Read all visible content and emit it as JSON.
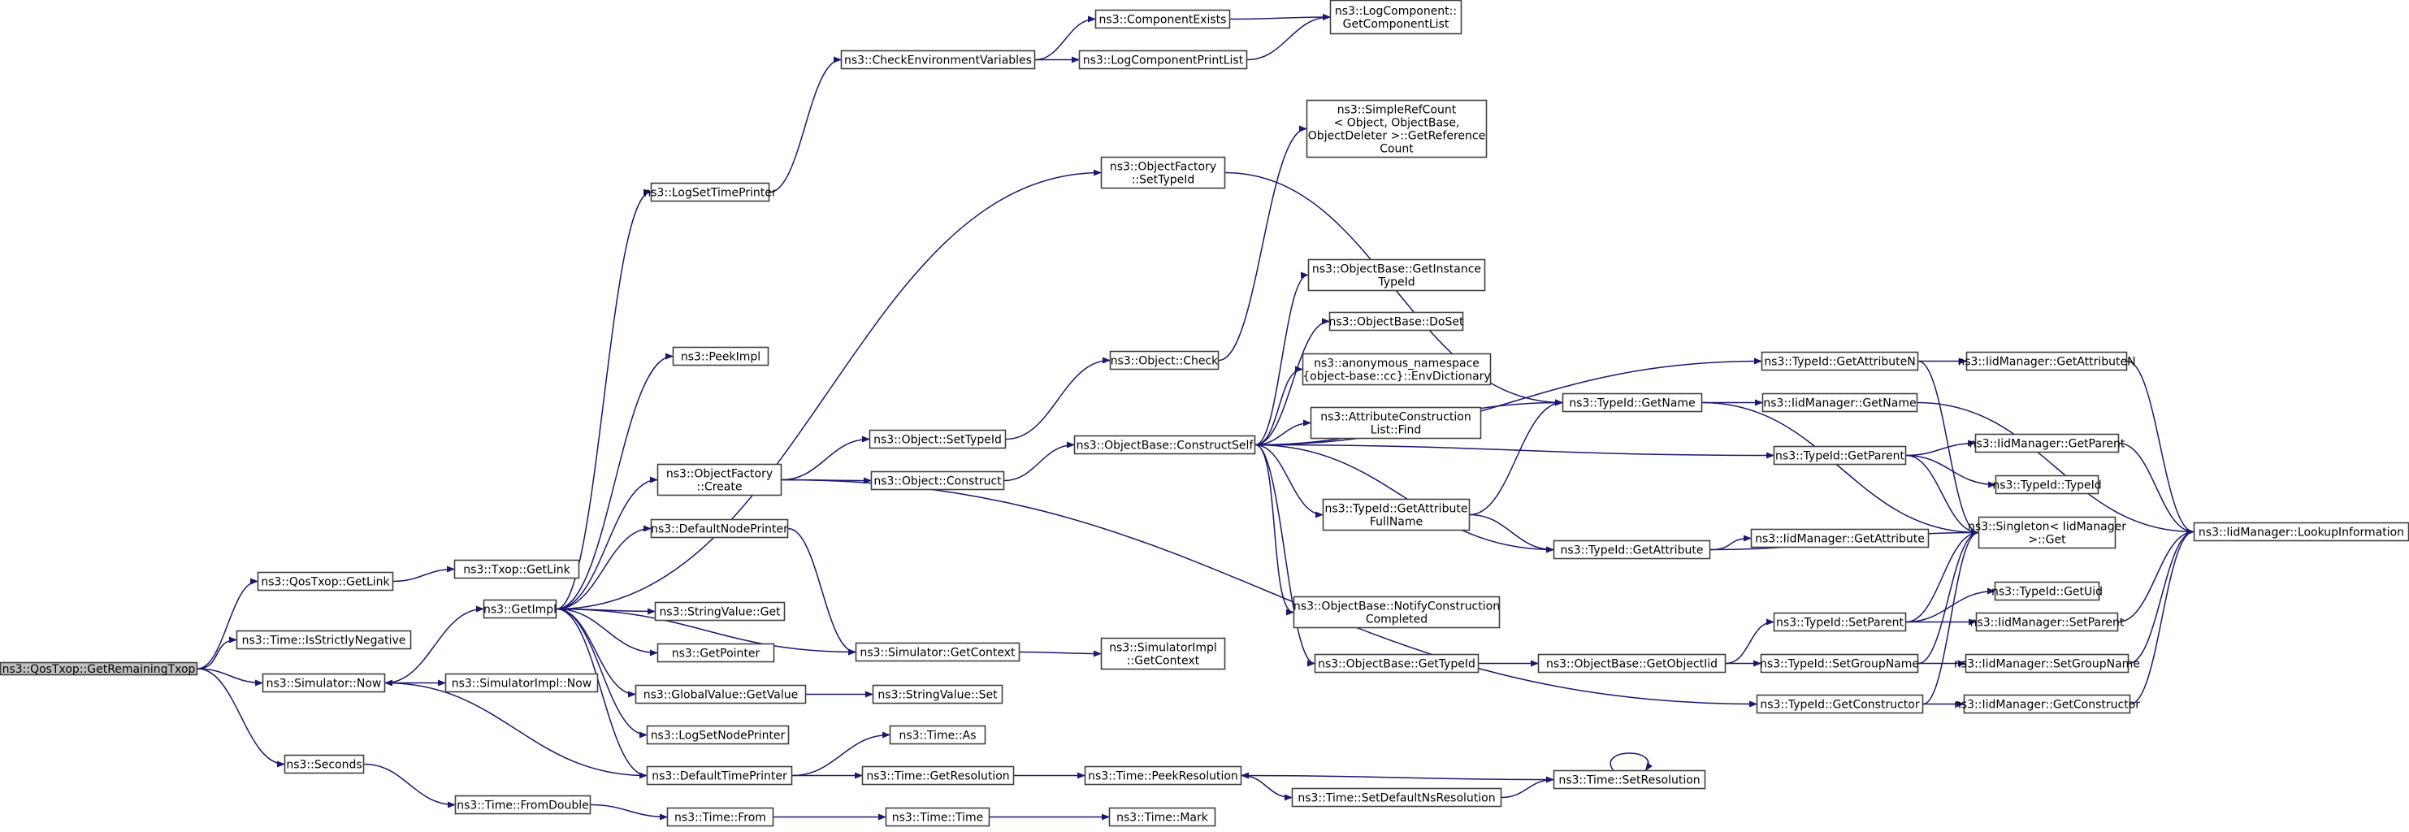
{
  "graph": {
    "title": "",
    "edge_color": "#191970",
    "root_fill": "#bfbfbf",
    "nodes": [
      {
        "id": "root",
        "lines": [
          "ns3::QosTxop::GetRemainingTxop"
        ],
        "root": true
      },
      {
        "id": "qos_getlink",
        "lines": [
          "ns3::QosTxop::GetLink"
        ]
      },
      {
        "id": "time_isstrictneg",
        "lines": [
          "ns3::Time::IsStrictlyNegative"
        ]
      },
      {
        "id": "sim_now",
        "lines": [
          "ns3::Simulator::Now"
        ]
      },
      {
        "id": "seconds",
        "lines": [
          "ns3::Seconds"
        ]
      },
      {
        "id": "txop_getlink",
        "lines": [
          "ns3::Txop::GetLink"
        ]
      },
      {
        "id": "getimpl",
        "lines": [
          "ns3::GetImpl"
        ]
      },
      {
        "id": "simimpl_now",
        "lines": [
          "ns3::SimulatorImpl::Now"
        ]
      },
      {
        "id": "time_fromdouble",
        "lines": [
          "ns3::Time::FromDouble"
        ]
      },
      {
        "id": "logsettimeprinter",
        "lines": [
          "ns3::LogSetTimePrinter"
        ]
      },
      {
        "id": "peekimpl",
        "lines": [
          "ns3::PeekImpl"
        ]
      },
      {
        "id": "of_create",
        "lines": [
          "ns3::ObjectFactory",
          "::Create"
        ]
      },
      {
        "id": "defaultnodeprinter",
        "lines": [
          "ns3::DefaultNodePrinter"
        ]
      },
      {
        "id": "stringvalue_get",
        "lines": [
          "ns3::StringValue::Get"
        ]
      },
      {
        "id": "getpointer",
        "lines": [
          "ns3::GetPointer"
        ]
      },
      {
        "id": "globalvalue_getvalue",
        "lines": [
          "ns3::GlobalValue::GetValue"
        ]
      },
      {
        "id": "logsetnodeprinter",
        "lines": [
          "ns3::LogSetNodePrinter"
        ]
      },
      {
        "id": "defaulttimeprinter",
        "lines": [
          "ns3::DefaultTimePrinter"
        ]
      },
      {
        "id": "time_from",
        "lines": [
          "ns3::Time::From"
        ]
      },
      {
        "id": "checkenvvars",
        "lines": [
          "ns3::CheckEnvironmentVariables"
        ]
      },
      {
        "id": "componentexists",
        "lines": [
          "ns3::ComponentExists"
        ]
      },
      {
        "id": "logcomponentprintlist",
        "lines": [
          "ns3::LogComponentPrintList"
        ]
      },
      {
        "id": "logcomp_getlist",
        "lines": [
          "ns3::LogComponent::",
          "GetComponentList"
        ]
      },
      {
        "id": "object_settypeid",
        "lines": [
          "ns3::Object::SetTypeId"
        ]
      },
      {
        "id": "object_construct",
        "lines": [
          "ns3::Object::Construct"
        ]
      },
      {
        "id": "sim_getcontext",
        "lines": [
          "ns3::Simulator::GetContext"
        ]
      },
      {
        "id": "stringvalue_set",
        "lines": [
          "ns3::StringValue::Set"
        ]
      },
      {
        "id": "time_as",
        "lines": [
          "ns3::Time::As"
        ]
      },
      {
        "id": "time_getresolution",
        "lines": [
          "ns3::Time::GetResolution"
        ]
      },
      {
        "id": "time_time",
        "lines": [
          "ns3::Time::Time"
        ]
      },
      {
        "id": "of_settypeid",
        "lines": [
          "ns3::ObjectFactory",
          "::SetTypeId"
        ]
      },
      {
        "id": "object_check",
        "lines": [
          "ns3::Object::Check"
        ]
      },
      {
        "id": "ob_constructself",
        "lines": [
          "ns3::ObjectBase::ConstructSelf"
        ]
      },
      {
        "id": "simimpl_getcontext",
        "lines": [
          "ns3::SimulatorImpl",
          "::GetContext"
        ]
      },
      {
        "id": "time_peekresolution",
        "lines": [
          "ns3::Time::PeekResolution"
        ]
      },
      {
        "id": "time_mark",
        "lines": [
          "ns3::Time::Mark"
        ]
      },
      {
        "id": "simplerefcount",
        "lines": [
          "ns3::SimpleRefCount",
          "< Object, ObjectBase,",
          "ObjectDeleter >::GetReference",
          "Count"
        ]
      },
      {
        "id": "ob_getinstancetypeid",
        "lines": [
          "ns3::ObjectBase::GetInstance",
          "TypeId"
        ]
      },
      {
        "id": "ob_doset",
        "lines": [
          "ns3::ObjectBase::DoSet"
        ]
      },
      {
        "id": "envdictionary",
        "lines": [
          "ns3::anonymous_namespace",
          "{object-base::cc}::EnvDictionary"
        ]
      },
      {
        "id": "attrconstructionlist_find",
        "lines": [
          "ns3::AttributeConstruction",
          "List::Find"
        ]
      },
      {
        "id": "typeid_getattributefullname",
        "lines": [
          "ns3::TypeId::GetAttribute",
          "FullName"
        ]
      },
      {
        "id": "ob_notifyconstructioncompleted",
        "lines": [
          "ns3::ObjectBase::NotifyConstruction",
          "Completed"
        ]
      },
      {
        "id": "ob_gettypeid",
        "lines": [
          "ns3::ObjectBase::GetTypeId"
        ]
      },
      {
        "id": "time_setdefaultnsresolution",
        "lines": [
          "ns3::Time::SetDefaultNsResolution"
        ]
      },
      {
        "id": "typeid_getname",
        "lines": [
          "ns3::TypeId::GetName"
        ]
      },
      {
        "id": "typeid_getattribute",
        "lines": [
          "ns3::TypeId::GetAttribute"
        ]
      },
      {
        "id": "ob_getobjectiid",
        "lines": [
          "ns3::ObjectBase::GetObjectIid"
        ]
      },
      {
        "id": "time_setresolution",
        "lines": [
          "ns3::Time::SetResolution"
        ]
      },
      {
        "id": "typeid_getattributen",
        "lines": [
          "ns3::TypeId::GetAttributeN"
        ]
      },
      {
        "id": "iidmanager_getname",
        "lines": [
          "ns3::IidManager::GetName"
        ]
      },
      {
        "id": "typeid_getparent",
        "lines": [
          "ns3::TypeId::GetParent"
        ]
      },
      {
        "id": "iidmanager_getattribute",
        "lines": [
          "ns3::IidManager::GetAttribute"
        ]
      },
      {
        "id": "typeid_setparent",
        "lines": [
          "ns3::TypeId::SetParent"
        ]
      },
      {
        "id": "typeid_setgroupname",
        "lines": [
          "ns3::TypeId::SetGroupName"
        ]
      },
      {
        "id": "typeid_getconstructor",
        "lines": [
          "ns3::TypeId::GetConstructor"
        ]
      },
      {
        "id": "iidmanager_getattributen",
        "lines": [
          "ns3::IidManager::GetAttributeN"
        ]
      },
      {
        "id": "iidmanager_getparent",
        "lines": [
          "ns3::IidManager::GetParent"
        ]
      },
      {
        "id": "typeid_typeid",
        "lines": [
          "ns3::TypeId::TypeId"
        ]
      },
      {
        "id": "singleton_get",
        "lines": [
          "ns3::Singleton< IidManager",
          ">::Get"
        ]
      },
      {
        "id": "typeid_getuid",
        "lines": [
          "ns3::TypeId::GetUid"
        ]
      },
      {
        "id": "iidmanager_setparent",
        "lines": [
          "ns3::IidManager::SetParent"
        ]
      },
      {
        "id": "iidmanager_setgroupname",
        "lines": [
          "ns3::IidManager::SetGroupName"
        ]
      },
      {
        "id": "iidmanager_getconstructor",
        "lines": [
          "ns3::IidManager::GetConstructor"
        ]
      },
      {
        "id": "iidmanager_lookupinformation",
        "lines": [
          "ns3::IidManager::LookupInformation"
        ]
      }
    ],
    "edges": [
      [
        "root",
        "qos_getlink"
      ],
      [
        "root",
        "time_isstrictneg"
      ],
      [
        "root",
        "sim_now"
      ],
      [
        "root",
        "seconds"
      ],
      [
        "qos_getlink",
        "txop_getlink"
      ],
      [
        "sim_now",
        "getimpl"
      ],
      [
        "sim_now",
        "simimpl_now"
      ],
      [
        "seconds",
        "time_fromdouble"
      ],
      [
        "getimpl",
        "logsettimeprinter"
      ],
      [
        "getimpl",
        "peekimpl"
      ],
      [
        "getimpl",
        "of_create"
      ],
      [
        "getimpl",
        "defaultnodeprinter"
      ],
      [
        "getimpl",
        "stringvalue_get"
      ],
      [
        "getimpl",
        "getpointer"
      ],
      [
        "getimpl",
        "globalvalue_getvalue"
      ],
      [
        "getimpl",
        "logsetnodeprinter"
      ],
      [
        "getimpl",
        "defaulttimeprinter"
      ],
      [
        "getimpl",
        "of_settypeid"
      ],
      [
        "getimpl",
        "sim_getcontext"
      ],
      [
        "time_fromdouble",
        "time_from"
      ],
      [
        "logsettimeprinter",
        "checkenvvars"
      ],
      [
        "checkenvvars",
        "componentexists"
      ],
      [
        "checkenvvars",
        "logcomponentprintlist"
      ],
      [
        "componentexists",
        "logcomp_getlist"
      ],
      [
        "logcomponentprintlist",
        "logcomp_getlist"
      ],
      [
        "of_create",
        "object_settypeid"
      ],
      [
        "of_create",
        "object_construct"
      ],
      [
        "of_create",
        "typeid_getconstructor"
      ],
      [
        "defaultnodeprinter",
        "sim_getcontext"
      ],
      [
        "globalvalue_getvalue",
        "stringvalue_set"
      ],
      [
        "defaulttimeprinter",
        "time_as"
      ],
      [
        "defaulttimeprinter",
        "time_getresolution"
      ],
      [
        "defaulttimeprinter",
        "sim_now"
      ],
      [
        "time_from",
        "time_time"
      ],
      [
        "time_time",
        "time_mark"
      ],
      [
        "object_settypeid",
        "object_check"
      ],
      [
        "object_construct",
        "ob_constructself"
      ],
      [
        "sim_getcontext",
        "simimpl_getcontext"
      ],
      [
        "time_getresolution",
        "time_peekresolution"
      ],
      [
        "of_settypeid",
        "typeid_getname"
      ],
      [
        "object_check",
        "simplerefcount"
      ],
      [
        "ob_constructself",
        "ob_getinstancetypeid"
      ],
      [
        "ob_constructself",
        "ob_doset"
      ],
      [
        "ob_constructself",
        "envdictionary"
      ],
      [
        "ob_constructself",
        "attrconstructionlist_find"
      ],
      [
        "ob_constructself",
        "typeid_getattributefullname"
      ],
      [
        "ob_constructself",
        "ob_notifyconstructioncompleted"
      ],
      [
        "ob_constructself",
        "ob_gettypeid"
      ],
      [
        "ob_constructself",
        "typeid_getname"
      ],
      [
        "ob_constructself",
        "typeid_getattributen"
      ],
      [
        "ob_constructself",
        "typeid_getparent"
      ],
      [
        "ob_constructself",
        "typeid_getattribute"
      ],
      [
        "time_peekresolution",
        "time_setdefaultnsresolution"
      ],
      [
        "typeid_getattributefullname",
        "typeid_getname"
      ],
      [
        "typeid_getattributefullname",
        "typeid_getattribute"
      ],
      [
        "ob_gettypeid",
        "ob_getobjectiid"
      ],
      [
        "time_setdefaultnsresolution",
        "time_setresolution"
      ],
      [
        "time_setresolution",
        "time_peekresolution"
      ],
      [
        "time_setresolution",
        "time_setresolution"
      ],
      [
        "ob_getobjectiid",
        "typeid_setparent"
      ],
      [
        "ob_getobjectiid",
        "typeid_setgroupname"
      ],
      [
        "typeid_getname",
        "iidmanager_getname"
      ],
      [
        "typeid_getname",
        "singleton_get"
      ],
      [
        "typeid_getattributen",
        "iidmanager_getattributen"
      ],
      [
        "typeid_getattributen",
        "singleton_get"
      ],
      [
        "typeid_getparent",
        "iidmanager_getparent"
      ],
      [
        "typeid_getparent",
        "typeid_typeid"
      ],
      [
        "typeid_getparent",
        "singleton_get"
      ],
      [
        "typeid_getattribute",
        "iidmanager_getattribute"
      ],
      [
        "typeid_getattribute",
        "singleton_get"
      ],
      [
        "typeid_setparent",
        "typeid_getuid"
      ],
      [
        "typeid_setparent",
        "iidmanager_setparent"
      ],
      [
        "typeid_setparent",
        "singleton_get"
      ],
      [
        "typeid_setgroupname",
        "iidmanager_setgroupname"
      ],
      [
        "typeid_setgroupname",
        "singleton_get"
      ],
      [
        "typeid_getconstructor",
        "iidmanager_getconstructor"
      ],
      [
        "typeid_getconstructor",
        "singleton_get"
      ],
      [
        "iidmanager_getname",
        "iidmanager_lookupinformation"
      ],
      [
        "iidmanager_getattributen",
        "iidmanager_lookupinformation"
      ],
      [
        "iidmanager_getparent",
        "iidmanager_lookupinformation"
      ],
      [
        "iidmanager_setparent",
        "iidmanager_lookupinformation"
      ],
      [
        "iidmanager_setgroupname",
        "iidmanager_lookupinformation"
      ],
      [
        "iidmanager_getconstructor",
        "iidmanager_lookupinformation"
      ]
    ]
  }
}
